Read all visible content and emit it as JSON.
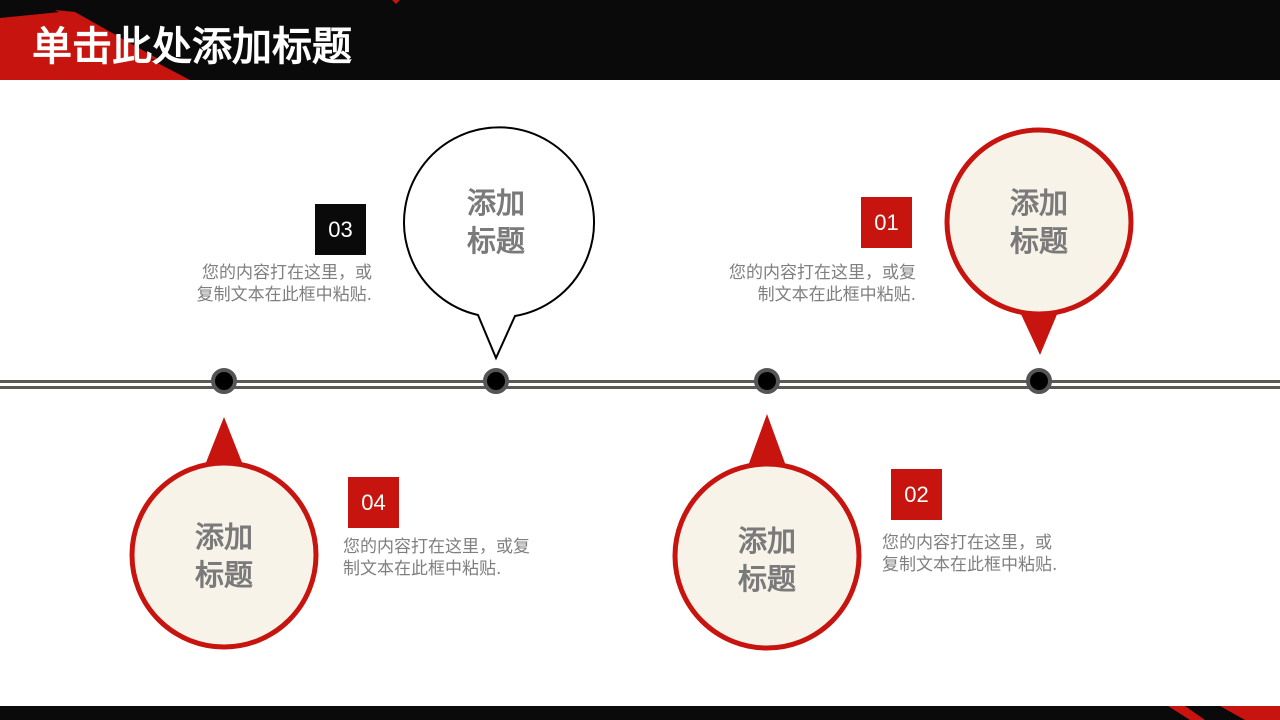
{
  "header": {
    "title": "单击此处添加标题"
  },
  "colors": {
    "accent": "#c8140f",
    "dark": "#0a0a0a",
    "circle_fill": "#f8f3e9",
    "text": "#7f7f7f",
    "line": "#5a5a55"
  },
  "items": [
    {
      "number": "01",
      "label_line1": "添加",
      "label_line2": "标题",
      "desc_line1": "您的内容打在这里，或复",
      "desc_line2": "制文本在此框中粘贴."
    },
    {
      "number": "02",
      "label_line1": "添加",
      "label_line2": "标题",
      "desc_line1": "您的内容打在这里，或",
      "desc_line2": "复制文本在此框中粘贴."
    },
    {
      "number": "03",
      "label_line1": "添加",
      "label_line2": "标题",
      "desc_line1": "您的内容打在这里，或",
      "desc_line2": "复制文本在此框中粘贴."
    },
    {
      "number": "04",
      "label_line1": "添加",
      "label_line2": "标题",
      "desc_line1": "您的内容打在这里，或复",
      "desc_line2": "制文本在此框中粘贴."
    }
  ]
}
